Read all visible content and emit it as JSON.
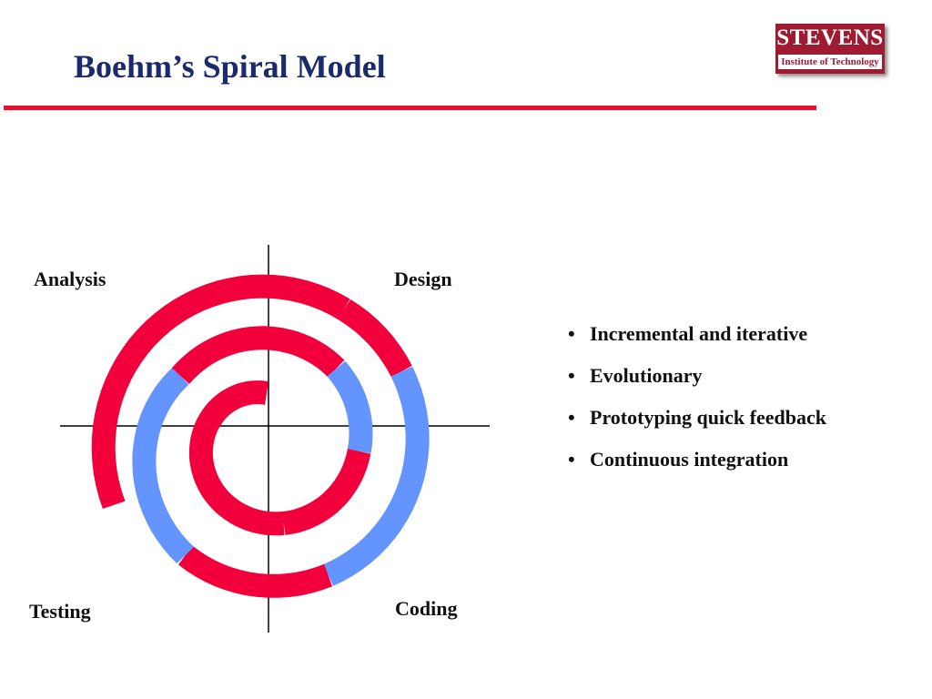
{
  "slide": {
    "title": "Boehm’s Spiral Model"
  },
  "logo": {
    "name": "STEVENS",
    "subtitle": "Institute of Technology",
    "color": "#9e1b32"
  },
  "diagram": {
    "quadrants": {
      "analysis": "Analysis",
      "design": "Design",
      "testing": "Testing",
      "coding": "Coding"
    },
    "colors": {
      "red": "#f2003c",
      "blue": "#6495ff",
      "axis": "#000000"
    }
  },
  "bullets": [
    "Incremental and iterative",
    "Evolutionary",
    "Prototyping quick feedback",
    "Continuous integration"
  ],
  "bullet_glyph": "•"
}
